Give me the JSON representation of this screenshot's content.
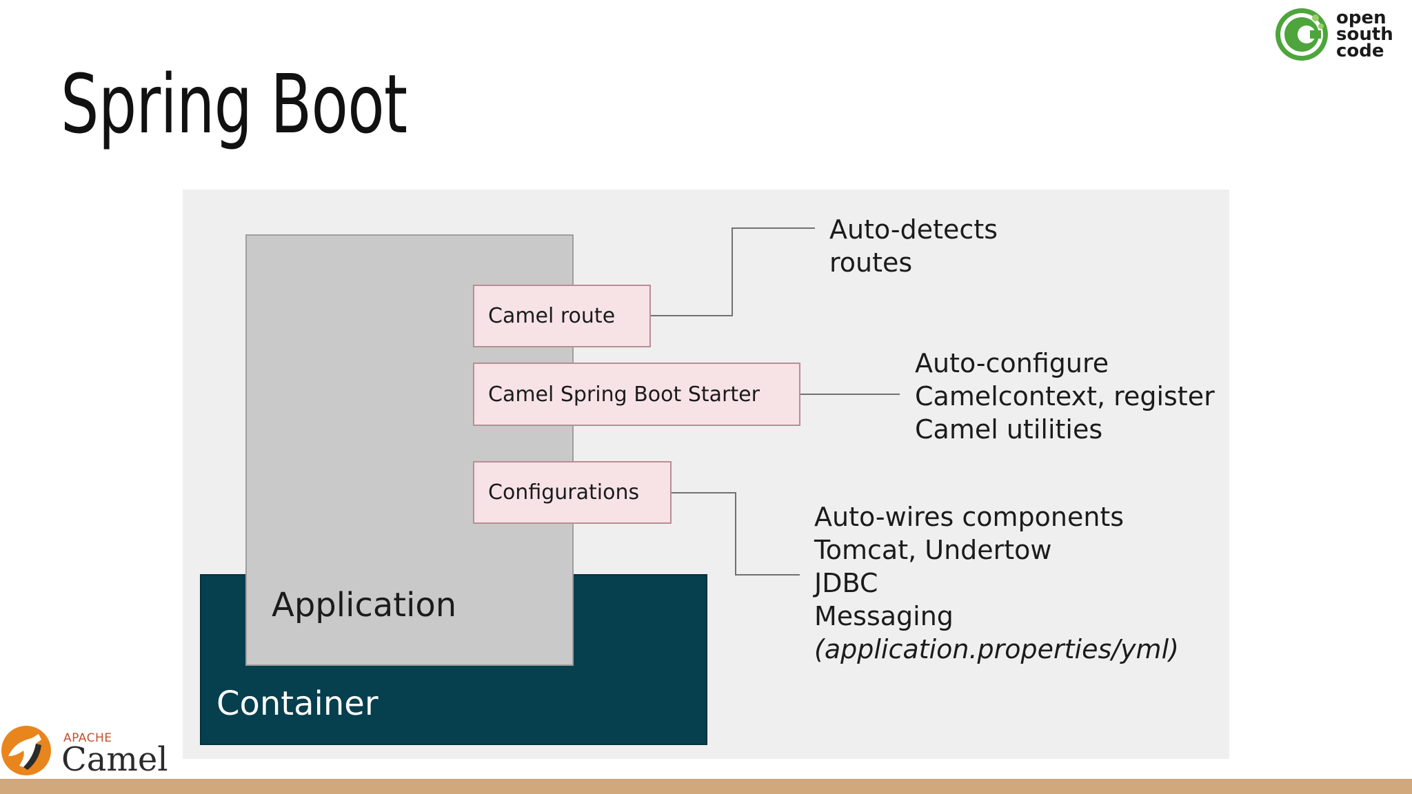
{
  "slide": {
    "title": "Spring Boot"
  },
  "logos": {
    "open_south_code": {
      "words": [
        "open",
        "south",
        "code"
      ],
      "color": "#4da53c",
      "icon": "open-south-code-icon"
    },
    "apache_camel": {
      "apache": "APACHE",
      "name": "Camel",
      "icon": "camel-icon",
      "color": "#e8851d"
    }
  },
  "diagram": {
    "container_label": "Container",
    "application_label": "Application",
    "boxes": {
      "camel_route": "Camel route",
      "starter": "Camel Spring Boot Starter",
      "configurations": "Configurations"
    },
    "notes": {
      "route": [
        "Auto-detects",
        "routes"
      ],
      "starter": [
        "Auto-configure",
        "Camelcontext, register",
        "Camel utilities"
      ],
      "config": [
        "Auto-wires components",
        "Tomcat, Undertow",
        "JDBC",
        "Messaging",
        "(application.properties/yml)"
      ]
    }
  },
  "colors": {
    "container": "#063f4e",
    "application": "#c9c9c9",
    "box_fill": "#f7e3e6",
    "panel": "#efefef",
    "footer": "#d1a87c"
  }
}
